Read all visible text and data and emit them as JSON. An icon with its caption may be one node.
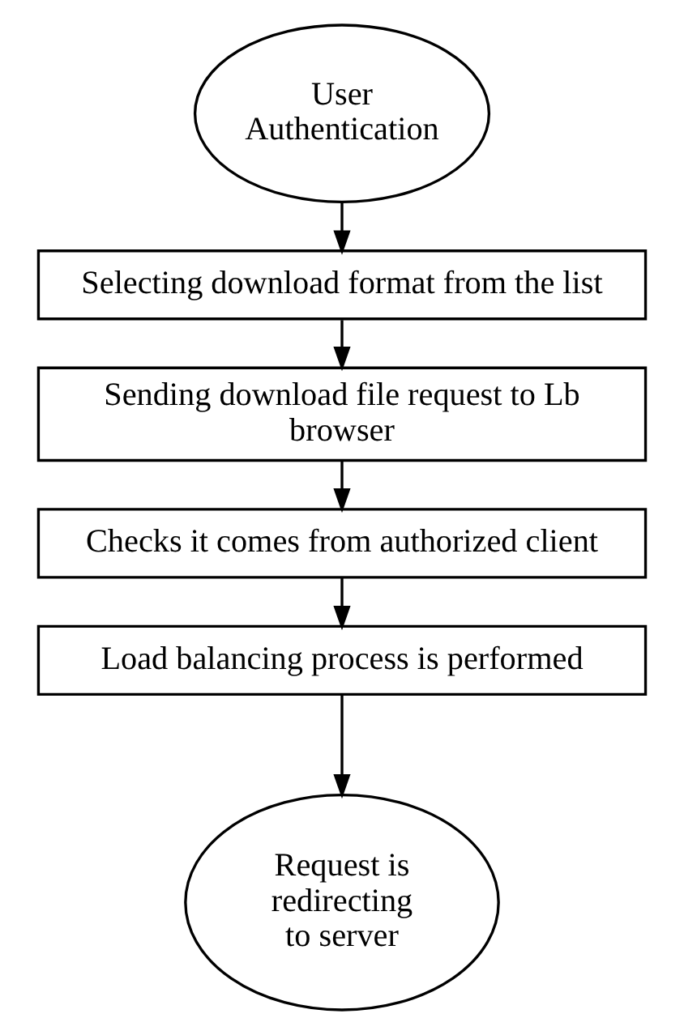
{
  "diagram": {
    "nodes": [
      {
        "text": [
          "User Authentication"
        ]
      },
      {
        "text": [
          "Selecting download format from the list"
        ]
      },
      {
        "text": [
          "Sending download file request to Lb browser"
        ]
      },
      {
        "text": [
          "Checks it comes from authorized client"
        ]
      },
      {
        "text": [
          "Load balancing process is performed"
        ]
      },
      {
        "text": [
          "Request is redirecting to server"
        ]
      }
    ],
    "edges": [
      {
        "from": 0,
        "to": 1,
        "arrow": "to"
      },
      {
        "from": 1,
        "to": 2,
        "arrow": "to"
      },
      {
        "from": 2,
        "to": 3,
        "arrow": "to"
      },
      {
        "from": 3,
        "to": 4,
        "arrow": "to"
      },
      {
        "from": 4,
        "to": 5,
        "arrow": "to"
      }
    ]
  }
}
